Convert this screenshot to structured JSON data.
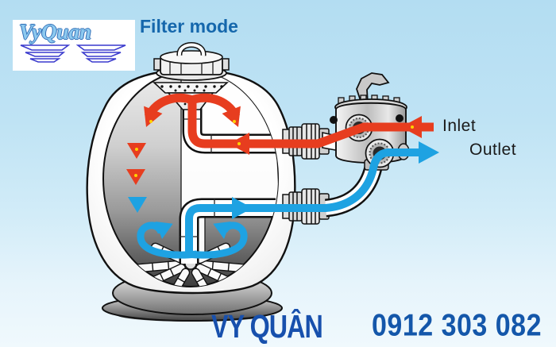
{
  "logo": {
    "brand": "VyQuan",
    "wings_icon": "wings-icon"
  },
  "header": {
    "title": "Filter mode"
  },
  "diagram": {
    "labels": {
      "inlet": "Inlet",
      "outlet": "Outlet"
    },
    "colors": {
      "inlet_flow": "#e73d1f",
      "outlet_flow": "#1ea2e2",
      "title_text": "#1567ac",
      "label_text": "#1a1a1a",
      "footer_text": "#1750ad",
      "background_top": "#b3ddf2",
      "background_bottom": "#f0f9fd",
      "highlight_dot": "#ffd200"
    },
    "parts": [
      "lid",
      "diffuser",
      "tank",
      "sand-bed",
      "riser-pipe",
      "standpipe",
      "laterals",
      "bulkhead-fittings",
      "multiport-valve",
      "valve-handle",
      "base-pedestal"
    ]
  },
  "footer": {
    "brand": "VY QUÂN",
    "phone": "0912 303 082"
  }
}
